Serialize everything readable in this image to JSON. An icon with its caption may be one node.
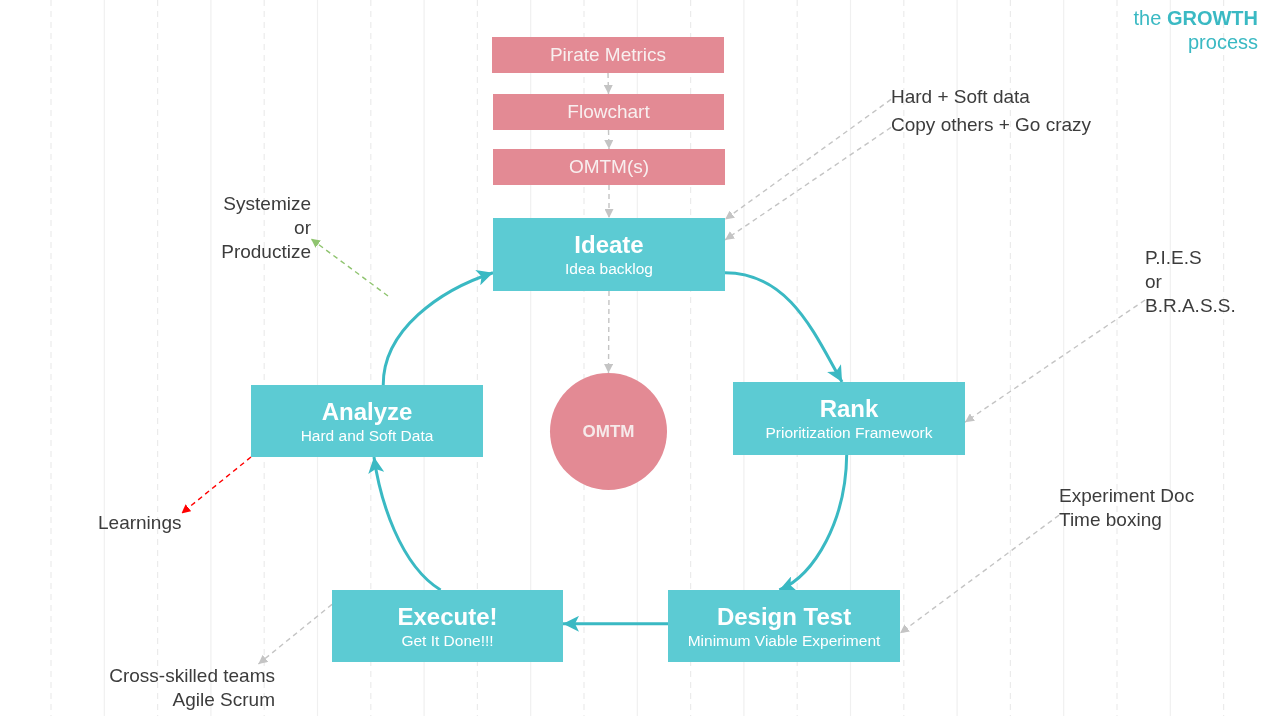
{
  "diagram": {
    "title": "the **GROWTH** process",
    "nodes": [
      {
        "text": [
          "Pirate Metrics"
        ]
      },
      {
        "text": [
          "Flowchart"
        ]
      },
      {
        "text": [
          "OMTM(s)"
        ]
      },
      {
        "text": [
          "Hard + Soft data"
        ]
      },
      {
        "text": [
          "Copy others + Go crazy"
        ]
      },
      {
        "text": [
          "Systemize or Productize"
        ]
      },
      {
        "text": [
          "Ideate",
          "Idea backlog"
        ]
      },
      {
        "text": [
          "P.I.E.S or B.R.A.S.S."
        ]
      },
      {
        "text": [
          "Rank",
          "Prioritization Framework"
        ]
      },
      {
        "text": [
          "Analyze",
          "Hard and Soft Data"
        ]
      },
      {
        "text": [
          "OMTM"
        ]
      },
      {
        "text": [
          "Experiment Doc",
          "Time boxing"
        ]
      },
      {
        "text": [
          "Learnings"
        ]
      },
      {
        "text": [
          "Execute!",
          "Get It Done!!!"
        ]
      },
      {
        "text": [
          "Design Test",
          "Minimum Viable Experiment"
        ]
      },
      {
        "text": [
          "Cross-skilled teams",
          "Agile Scrum"
        ]
      }
    ],
    "edges": [
      {
        "from": 0,
        "to": 1,
        "arrow": "to",
        "style": "dashed"
      },
      {
        "from": 1,
        "to": 2,
        "arrow": "to",
        "style": "dashed"
      },
      {
        "from": 2,
        "to": 6,
        "arrow": "to",
        "style": "dashed"
      },
      {
        "from": 3,
        "to": 6,
        "arrow": "to",
        "style": "dashed"
      },
      {
        "from": 4,
        "to": 6,
        "arrow": "to",
        "style": "dashed"
      },
      {
        "from": 6,
        "to": 10,
        "arrow": "to",
        "style": "dashed"
      },
      {
        "from": 6,
        "to": 8,
        "arrow": "to",
        "color": "#3ab9c3"
      },
      {
        "from": 7,
        "to": 8,
        "arrow": "to",
        "style": "dashed"
      },
      {
        "from": 8,
        "to": 14,
        "arrow": "to",
        "color": "#3ab9c3"
      },
      {
        "from": 11,
        "to": 14,
        "arrow": "to",
        "style": "dashed"
      },
      {
        "from": 14,
        "to": 13,
        "arrow": "to",
        "color": "#3ab9c3"
      },
      {
        "from": 13,
        "to": 15,
        "arrow": "to",
        "style": "dashed"
      },
      {
        "from": 13,
        "to": 9,
        "arrow": "to",
        "color": "#3ab9c3"
      },
      {
        "from": 9,
        "to": 12,
        "arrow": "to",
        "style": "dashed",
        "color": "#ff0000"
      },
      {
        "from": 9,
        "to": 6,
        "arrow": "to",
        "color": "#3ab9c3"
      },
      {
        "from": null,
        "to": 5,
        "arrow": "to",
        "style": "dashed",
        "color": "#8fc46f"
      }
    ]
  }
}
